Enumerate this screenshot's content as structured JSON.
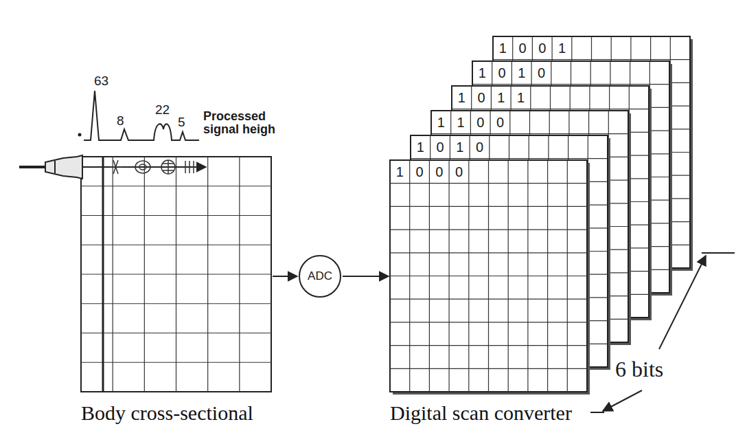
{
  "diagram": {
    "nodes": [
      {
        "text": [
          "Body cross-sectional"
        ]
      },
      {
        "text": [
          "ADC"
        ]
      },
      {
        "text": [
          "Digital scan converter"
        ]
      }
    ],
    "edges": [
      {
        "from": 0,
        "to": 1,
        "arrow": "to"
      },
      {
        "from": 1,
        "to": 2,
        "arrow": "to"
      }
    ],
    "labels": [
      "63",
      "8",
      "22",
      "5",
      "Processed signal heigh",
      "1",
      "0",
      "0",
      "1",
      "1",
      "0",
      "1",
      "0",
      "1",
      "0",
      "1",
      "1",
      "1",
      "1",
      "0",
      "0",
      "1",
      "0",
      "1",
      "0",
      "1",
      "0",
      "0",
      "0",
      "6 bits"
    ]
  }
}
